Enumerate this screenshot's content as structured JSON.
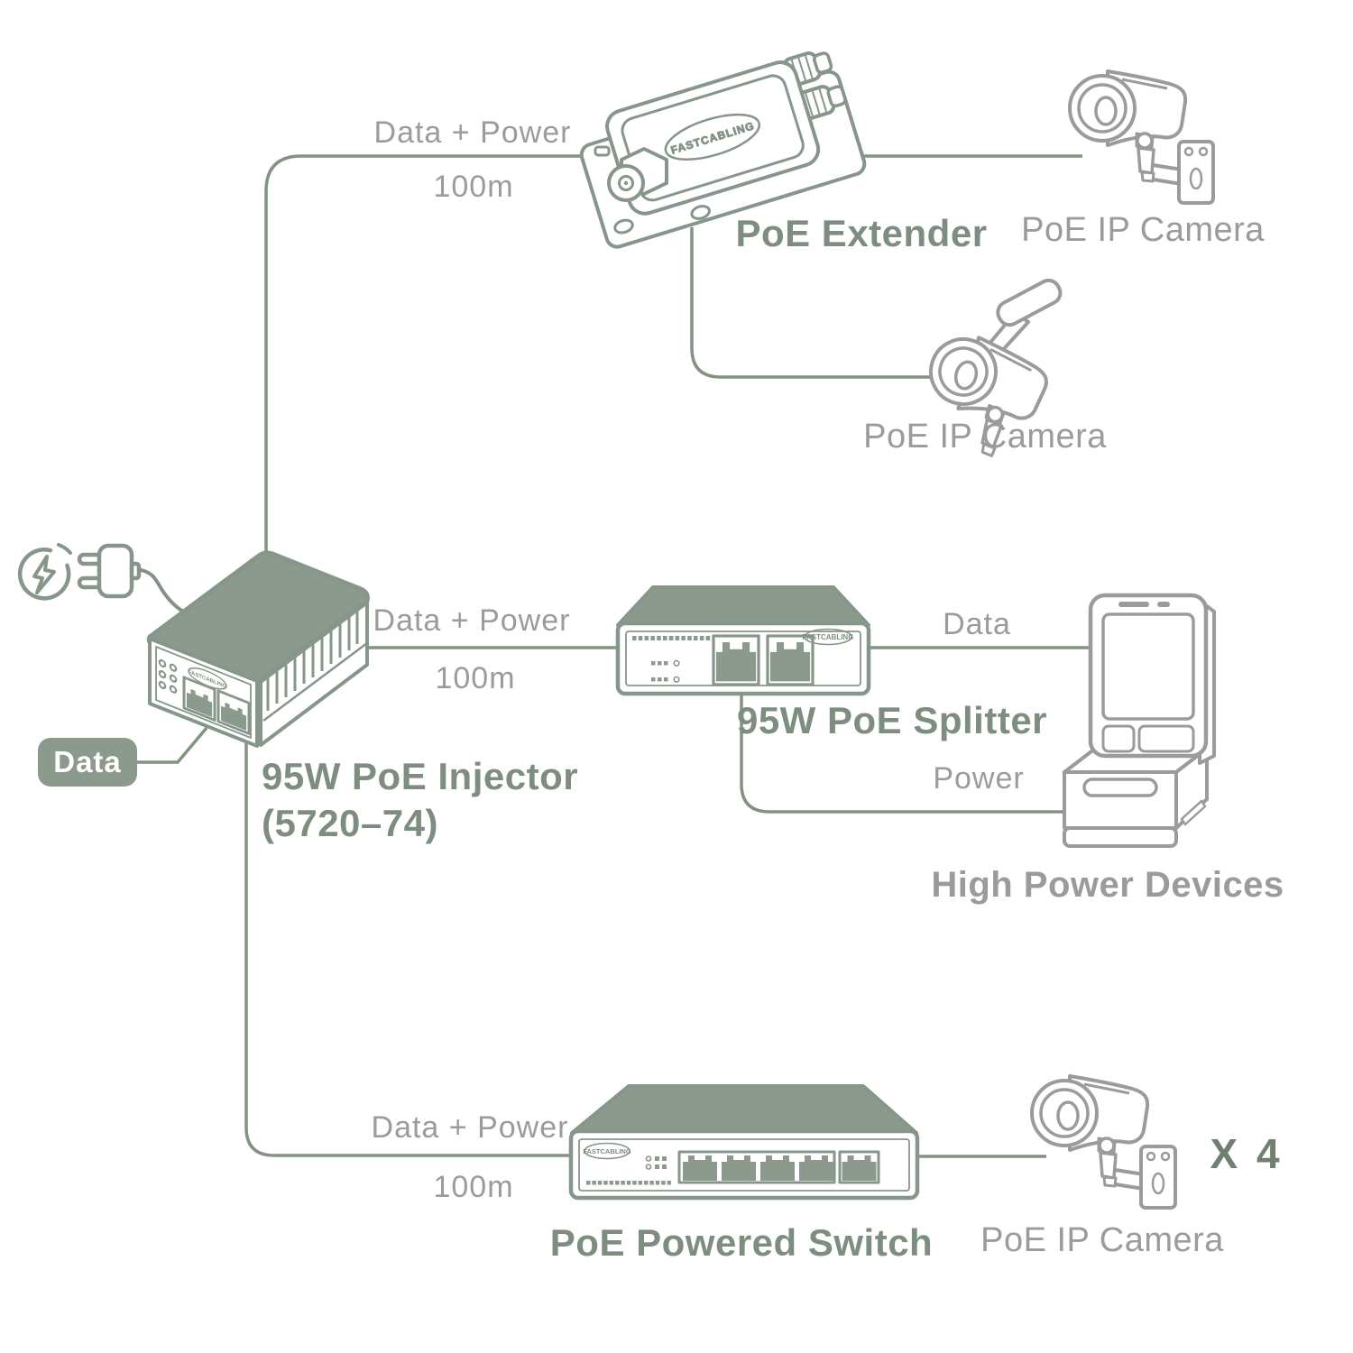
{
  "brand": {
    "logo": "FASTCABLING"
  },
  "links": {
    "top": {
      "label": "Data + Power",
      "distance": "100m"
    },
    "middle": {
      "label": "Data + Power",
      "distance": "100m"
    },
    "bottom": {
      "label": "Data + Power",
      "distance": "100m"
    },
    "splitter_data": {
      "label": "Data"
    },
    "splitter_power": {
      "label": "Power"
    },
    "injector_input": {
      "label": "Data"
    }
  },
  "devices": {
    "injector": {
      "name_line1": "95W PoE Injector",
      "name_line2": "(5720–74)"
    },
    "extender": {
      "name": "PoE Extender"
    },
    "splitter": {
      "name": "95W PoE Splitter"
    },
    "switch": {
      "name": "PoE Powered Switch"
    },
    "camera_top": {
      "name": "PoE IP Camera"
    },
    "camera_mid": {
      "name": "PoE IP Camera"
    },
    "camera_bottom": {
      "name": "PoE IP Camera",
      "multiplier": "X 4"
    },
    "high_power": {
      "name": "High Power Devices"
    }
  },
  "colors": {
    "wire": "#839283",
    "product_fill": "#8b9a8c",
    "product_stroke": "#87968a",
    "thirdparty_stroke": "#9b9b9b",
    "label_gray": "#9b9b9b",
    "label_sage": "#7d8d7f",
    "label_dark": "#6f7f70"
  }
}
